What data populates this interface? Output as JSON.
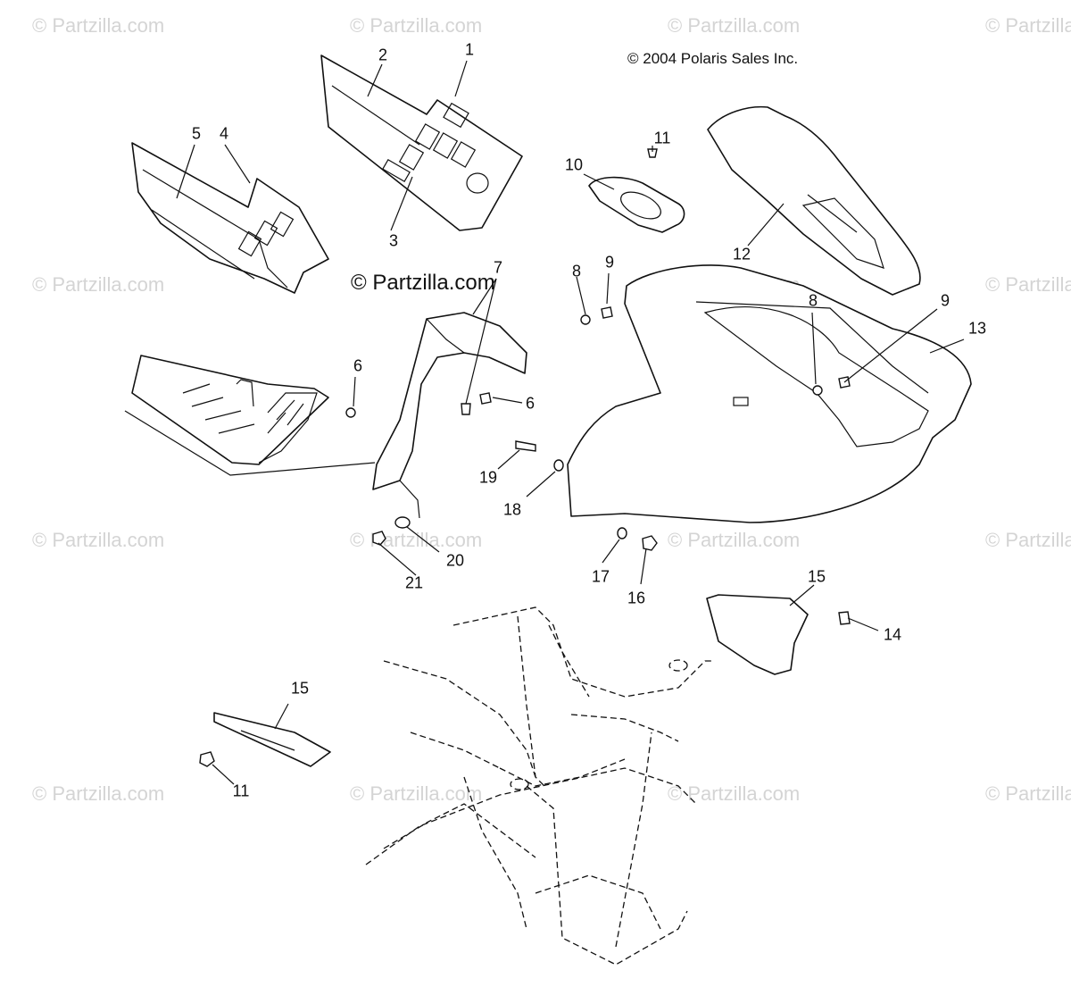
{
  "copyright": "© 2004 Polaris Sales Inc.",
  "brand_mark": "© Partzilla.com",
  "watermark_text": "© Partzilla.com",
  "callouts": {
    "c1": "1",
    "c2": "2",
    "c3": "3",
    "c4": "4",
    "c5": "5",
    "c6a": "6",
    "c6b": "6",
    "c7": "7",
    "c8a": "8",
    "c8b": "8",
    "c9a": "9",
    "c9b": "9",
    "c10": "10",
    "c11a": "11",
    "c11b": "11",
    "c12": "12",
    "c13": "13",
    "c14": "14",
    "c15a": "15",
    "c15b": "15",
    "c16": "16",
    "c17": "17",
    "c18": "18",
    "c19": "19",
    "c20": "20",
    "c21": "21"
  }
}
